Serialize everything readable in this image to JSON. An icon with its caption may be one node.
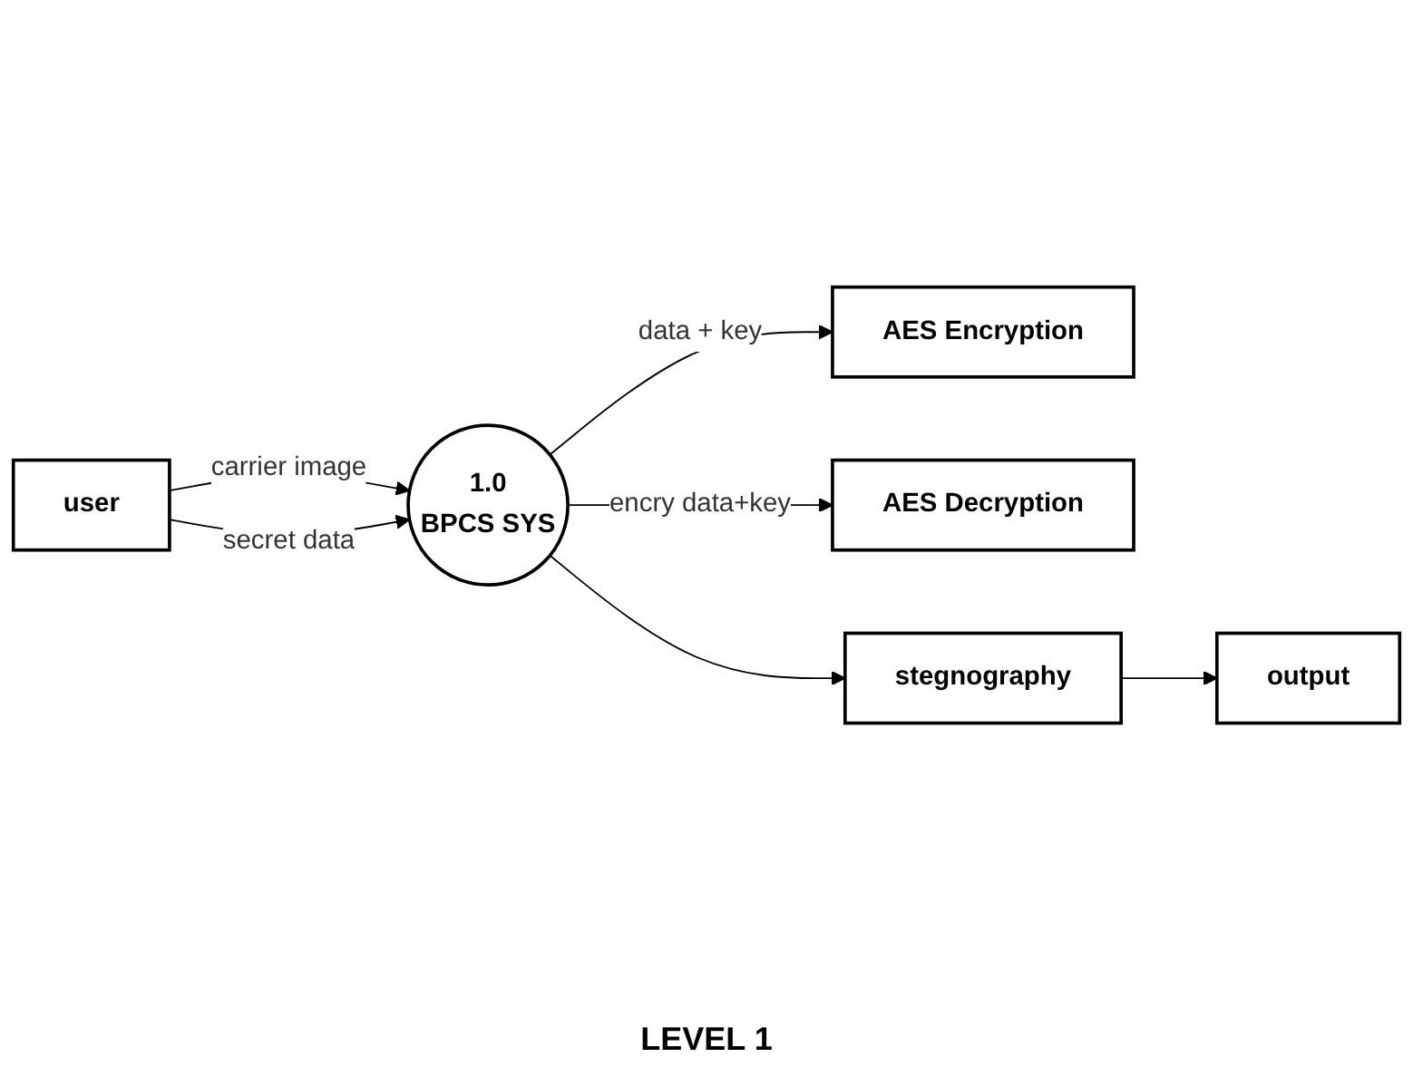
{
  "diagram": {
    "caption": "LEVEL 1",
    "nodes": [
      {
        "text": [
          "user"
        ]
      },
      {
        "text": [
          "1.0",
          "BPCS SYS"
        ]
      },
      {
        "text": [
          "AES Encryption"
        ]
      },
      {
        "text": [
          "AES Decryption"
        ]
      },
      {
        "text": [
          "stegnography"
        ]
      },
      {
        "text": [
          "output"
        ]
      }
    ],
    "edges": [
      {
        "from": 0,
        "to": 1,
        "arrow": "to",
        "label": "carrier image"
      },
      {
        "from": 0,
        "to": 1,
        "arrow": "to",
        "label": "secret data"
      },
      {
        "from": 1,
        "to": 2,
        "arrow": "to",
        "label": "data + key"
      },
      {
        "from": 1,
        "to": 3,
        "arrow": "to",
        "label": "encry data+key"
      },
      {
        "from": 1,
        "to": 4,
        "arrow": "to"
      },
      {
        "from": 4,
        "to": 5,
        "arrow": "to"
      }
    ]
  }
}
